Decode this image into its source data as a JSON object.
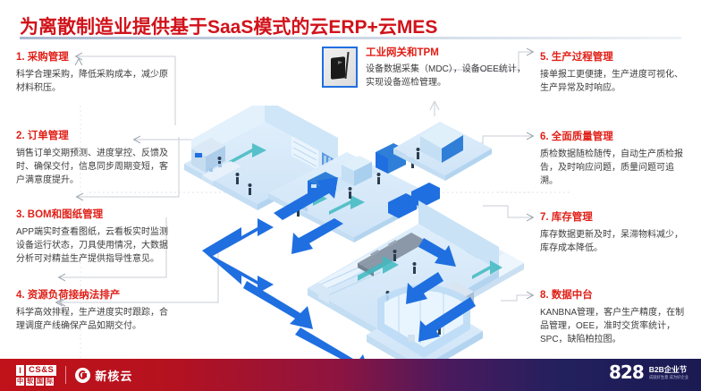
{
  "slide": {
    "title": "为离散制造业提供基于SaaS模式的云ERP+云MES",
    "accent_red": "#d1121a",
    "accent_blue": "#1f6fe0"
  },
  "left_blocks": [
    {
      "heading": "1. 采购管理",
      "body": "科学合理采购，降低采购成本，减少原材料积压。"
    },
    {
      "heading": "2. 订单管理",
      "body": "销售订单交期预测、进度掌控、反馈及时、确保交付，信息同步周期变短，客户满意度提升。"
    },
    {
      "heading": "3. BOM和图纸管理",
      "body": "APP端实时查看图纸，云看板实时监测设备运行状态，刀具使用情况，大数据分析可对精益生产提供指导性意见。"
    },
    {
      "heading": "4. 资源负荷接纳法排产",
      "body": "科学高效排程，生产进度实时跟踪，合理调度产线确保产品如期交付。"
    }
  ],
  "right_blocks": [
    {
      "heading": "5. 生产过程管理",
      "body": "接单报工更便捷，生产进度可视化、生产异常及时响应。"
    },
    {
      "heading": "6. 全面质量管理",
      "body": "质检数据随检随传，自动生产质检报告，及时响应问题，质量问题可追溯。"
    },
    {
      "heading": "7. 库存管理",
      "body": "库存数据更新及时，呆滞物料减少，库存成本降低。"
    },
    {
      "heading": "8. 数据中台",
      "body": "KANBNA管理，客户生产精度，在制品管理，OEE，准时交货率统计，SPC，缺陷柏拉图。"
    }
  ],
  "callout": {
    "icon_name": "industrial-gateway-device-icon",
    "heading": "工业网关和TPM",
    "body": "设备数据采集（MDC），设备OEE统计，实现设备巡检管理。"
  },
  "illustration": {
    "name": "isometric-smart-factory-diagram",
    "description": "等轴测智能工厂流程图"
  },
  "footer": {
    "logo_cssy": {
      "mark": "I",
      "word": "CS&S",
      "sub": [
        "中",
        "软",
        "国",
        "际"
      ]
    },
    "logo_xhy": {
      "text": "新核云",
      "superscript": "®"
    },
    "b828": {
      "number": "828",
      "title": "B2B企业节",
      "subtitle": "成就好生意 成为好企业"
    }
  }
}
